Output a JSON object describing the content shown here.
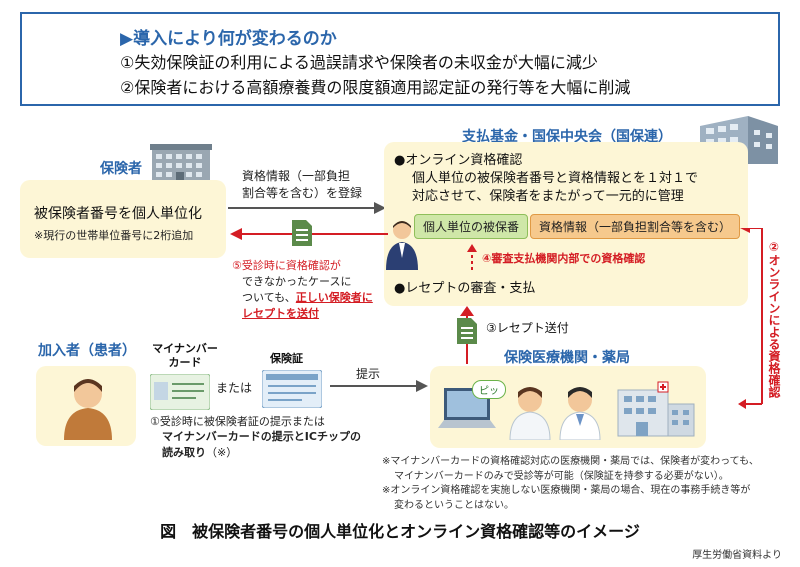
{
  "header": {
    "title": "▶導入により何が変わるのか",
    "line1": "①失効保険証の利用による過誤請求や保険者の未収金が大幅に減少",
    "line2": "②保険者における高額療養費の限度額適用認定証の発行等を大幅に削減"
  },
  "insurer": {
    "title": "保険者",
    "main": "被保険者番号を個人単位化",
    "note": "※現行の世帯単位番号に2桁追加"
  },
  "arrow_register": {
    "line1": "資格情報（一部負担",
    "line2": "割合等を含む）を登録"
  },
  "fund": {
    "title": "支払基金・国保中央会（国保連）",
    "bullet1": "●オンライン資格確認",
    "desc1": "個人単位の被保険者番号と資格情報とを１対１で",
    "desc2": "対応させて、保険者をまたがって一元的に管理",
    "pill1": "個人単位の被保番",
    "pill2": "資格情報（一部負担割合等を含む）",
    "step4": "④審査支払機関内部での資格確認",
    "bullet2": "●レセプトの審査・支払"
  },
  "step5": {
    "line1": "⑤受診時に資格確認が",
    "line2": "できなかったケースに",
    "line3a": "ついても、",
    "line3b": "正しい保険者に",
    "line4": "レセプトを送付"
  },
  "step2": "②オンラインによる資格確認",
  "step3": "③レセプト送付",
  "subscriber": {
    "title": "加入者（患者）",
    "card_label1": "マイナンバー",
    "card_label2": "カード",
    "or_label": "または",
    "insurance_card_label": "保険証",
    "present_label": "提示",
    "step1_line1": "①受診時に被保険者証の提示または",
    "step1_line2": "マイナンバーカードの提示とICチップの",
    "step1_line3": "読み取り",
    "step1_note": "（※）"
  },
  "medical": {
    "title": "保険医療機関・薬局",
    "beep": "ピッ"
  },
  "footnotes": {
    "n1a": "※マイナンバーカードの資格確認対応の医療機関・薬局では、保険者が変わっても、",
    "n1b": "マイナンバーカードのみで受診等が可能（保険証を持参する必要がない）。",
    "n2a": "※オンライン資格確認を実施しない医療機関・薬局の場合、現在の事務手続き等が",
    "n2b": "変わるということはない。"
  },
  "caption": "図　被保険者番号の個人単位化とオンライン資格確認等のイメージ",
  "source": "厚生労働省資料より",
  "colors": {
    "blue": "#2b66ab",
    "red": "#d41d24",
    "panel": "#fdf6d6",
    "pill_green": "#cfe7a8",
    "pill_orange": "#f6c98d"
  }
}
